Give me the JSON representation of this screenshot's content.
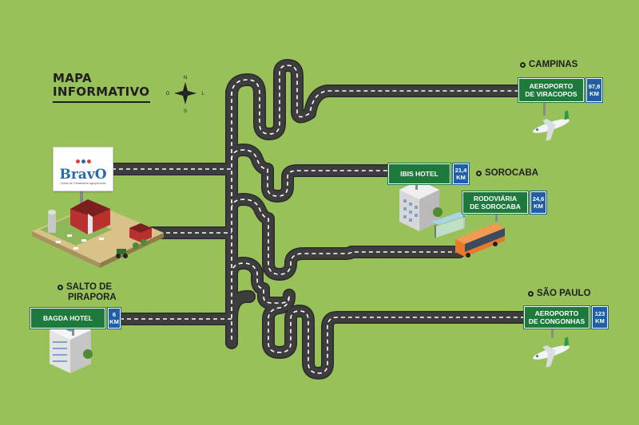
{
  "map_title": {
    "line1": "MAPA",
    "line2": "INFORMATIVO"
  },
  "compass": {
    "n": "N",
    "s": "S",
    "o": "O",
    "l": "L"
  },
  "logo": {
    "brand": "BravO",
    "tagline": "Centro de Treinamento agropecuário"
  },
  "cities": {
    "campinas": "CAMPINAS",
    "sorocaba": "SOROCABA",
    "salto_line1": "SALTO DE",
    "salto_line2": "PIRAPORA",
    "sao_paulo": "SÃO PAULO"
  },
  "signs": {
    "viracopos": {
      "line1": "AEROPORTO",
      "line2": "DE VIRACOPOS",
      "km_value": "97,8",
      "km_unit": "KM"
    },
    "ibis": {
      "line1": "IBIS HOTEL",
      "km_value": "21,4",
      "km_unit": "KM"
    },
    "rodoviaria": {
      "line1": "RODOVIÁRIA",
      "line2": "DE SOROCABA",
      "km_value": "24,6",
      "km_unit": "KM"
    },
    "bagda": {
      "line1": "BAGDA HOTEL",
      "km_value": "6",
      "km_unit": "KM"
    },
    "congonhas": {
      "line1": "AEROPORTO",
      "line2": "DE CONGONHAS",
      "km_value": "123",
      "km_unit": "KM"
    }
  },
  "colors": {
    "background": "#99c15a",
    "road": "#3a3a3a",
    "sign_green": "#1d7a3c",
    "sign_blue": "#1f5fa6"
  }
}
